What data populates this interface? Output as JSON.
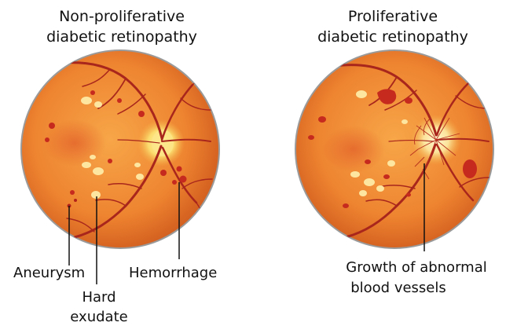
{
  "panels": [
    {
      "title_line1": "Non-proliferative",
      "title_line2": "diabetic retinopathy",
      "labels": {
        "aneurysm": "Aneurysm",
        "hard_exudate_line1": "Hard",
        "hard_exudate_line2": "exudate",
        "hemorrhage": "Hemorrhage"
      }
    },
    {
      "title_line1": "Proliferative",
      "title_line2": "diabetic retinopathy",
      "labels": {
        "growth_line1": "Growth of abnormal",
        "growth_line2": "blood vessels"
      }
    }
  ],
  "colors": {
    "retina_center": "#f59a3c",
    "retina_edge": "#c9561b",
    "rim": "#8a8a8a",
    "vessel": "#a4231b",
    "hemorrhage": "#c92a1e",
    "exudate": "#fde7a2",
    "optic_disc": "#fbe27a"
  }
}
